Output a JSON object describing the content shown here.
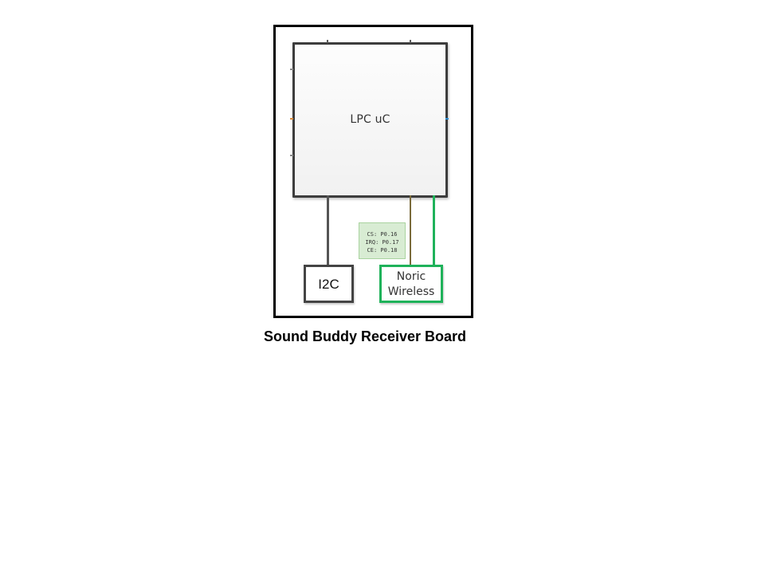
{
  "diagram": {
    "nodes": {
      "mcu": {
        "label": "LPC uC"
      },
      "i2c": {
        "label": "I2C"
      },
      "wireless": {
        "label_lines": [
          "Noric",
          "Wireless"
        ],
        "border_color": "#1fb25a"
      }
    },
    "pin_note": {
      "lines": [
        "CS: P0.16",
        "IRQ: P0.17",
        "CE: P0.18"
      ],
      "fill_color": "#d8ecd3"
    },
    "edges": [
      {
        "from": "mcu",
        "to": "i2c",
        "color": "#555555"
      },
      {
        "from": "mcu",
        "to": "wireless",
        "color": "#7a6a3a"
      },
      {
        "from": "mcu",
        "to": "wireless",
        "color": "#1fb25a"
      }
    ]
  },
  "caption": "Sound Buddy Receiver Board"
}
